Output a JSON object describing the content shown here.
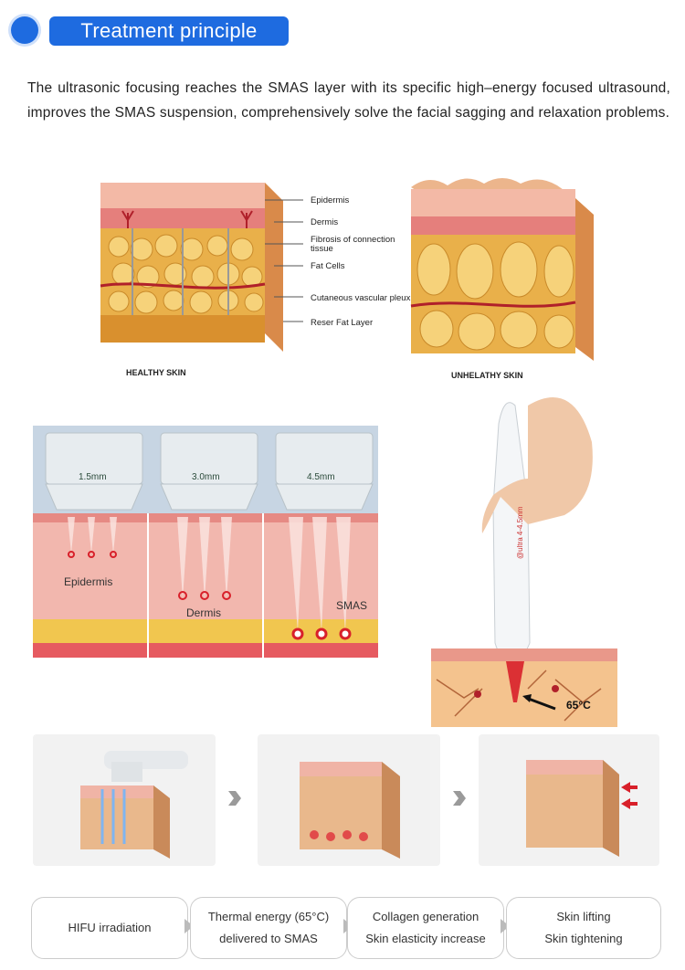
{
  "header": {
    "title": "Treatment principle"
  },
  "intro": {
    "text": "The ultrasonic focusing reaches the SMAS layer with its specific high–energy focused ultrasound, improves the SMAS suspension, comprehensively solve the facial sagging and relaxation problems."
  },
  "skin_diagram": {
    "labels": [
      "Epidermis",
      "Dermis",
      "Fibrosis of connection tissue",
      "Fat Cells",
      "Cutaneous vascular pleux",
      "Reser Fat Layer"
    ],
    "healthy_caption": "HEALTHY SKIN",
    "unhealthy_caption": "UNHELATHY SKIN"
  },
  "depth_panels": {
    "depths": [
      "1.5mm",
      "3.0mm",
      "4.5mm"
    ],
    "layers": [
      "Epidermis",
      "Dermis",
      "SMAS"
    ]
  },
  "handpiece": {
    "probe_label": "@ultra 4-4.5mm",
    "temperature": "65°C"
  },
  "process_steps": [
    {
      "line1": "HIFU irradiation",
      "line2": ""
    },
    {
      "line1": "Thermal energy (65°C)",
      "line2": "delivered to SMAS"
    },
    {
      "line1": "Collagen generation",
      "line2": "Skin elasticity increase"
    },
    {
      "line1": "Skin lifting",
      "line2": "Skin tightening"
    }
  ]
}
